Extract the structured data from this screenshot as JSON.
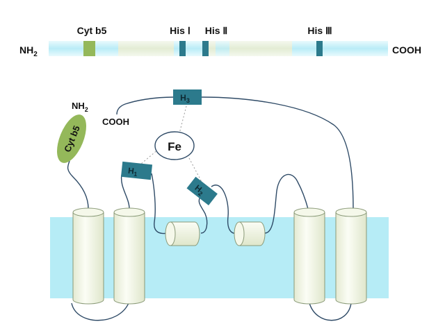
{
  "linear_map": {
    "n_term": "NH",
    "n_term_sub": "2",
    "c_term": "COOH",
    "cytb5_label": "Cyt b5",
    "his1_label": "His Ⅰ",
    "his2_label": "His Ⅱ",
    "his3_label": "His Ⅲ"
  },
  "topology": {
    "nh2": "NH",
    "nh2_sub": "2",
    "cooh": "COOH",
    "cytb5": "Cyt b5",
    "fe": "Fe",
    "h1": "H",
    "h1_sub": "1",
    "h2": "H",
    "h2_sub": "2",
    "h3": "H",
    "h3_sub": "3"
  },
  "colors": {
    "membrane": "#b6ecf6",
    "bar_blue": "#bfeef8",
    "bar_cream": "#e6f0d8",
    "cytb5_green": "#94b85a",
    "his_teal": "#2c7a8c",
    "helix_fill": "#f5f8ea",
    "helix_stroke": "#8a9a78",
    "chain": "#2e4a66",
    "dotted": "#999999"
  }
}
